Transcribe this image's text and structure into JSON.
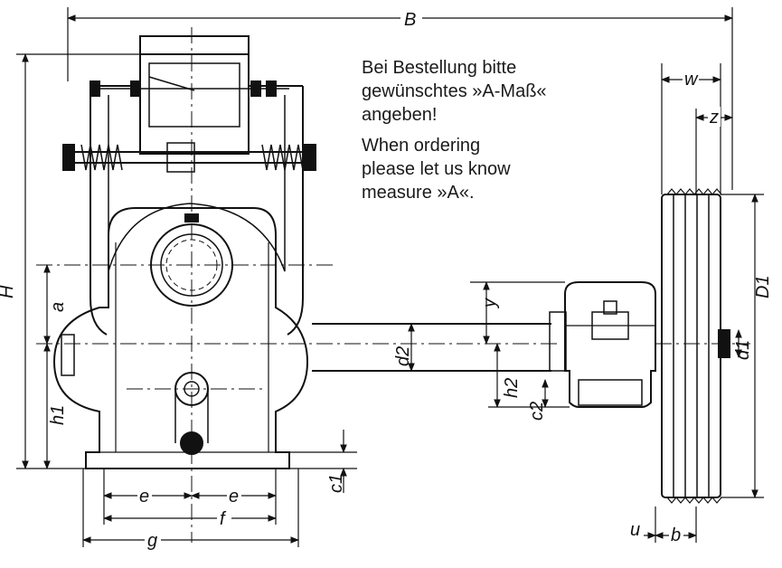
{
  "note_de": [
    "Bei Bestellung bitte",
    "gewünschtes »A-Maß«",
    "angeben!"
  ],
  "note_en": [
    "When ordering",
    "please let us know",
    "measure »A«."
  ],
  "dimensions": {
    "B": "B",
    "H": "H",
    "a": "a",
    "h1": "h1",
    "c1": "c1",
    "e_left": "e",
    "e_right": "e",
    "f": "f",
    "g": "g",
    "y": "y",
    "d2": "d2",
    "h2": "h2",
    "c2": "c2",
    "w": "w",
    "z": "z",
    "D1": "D1",
    "d1": "d1",
    "u": "u",
    "b": "b"
  }
}
